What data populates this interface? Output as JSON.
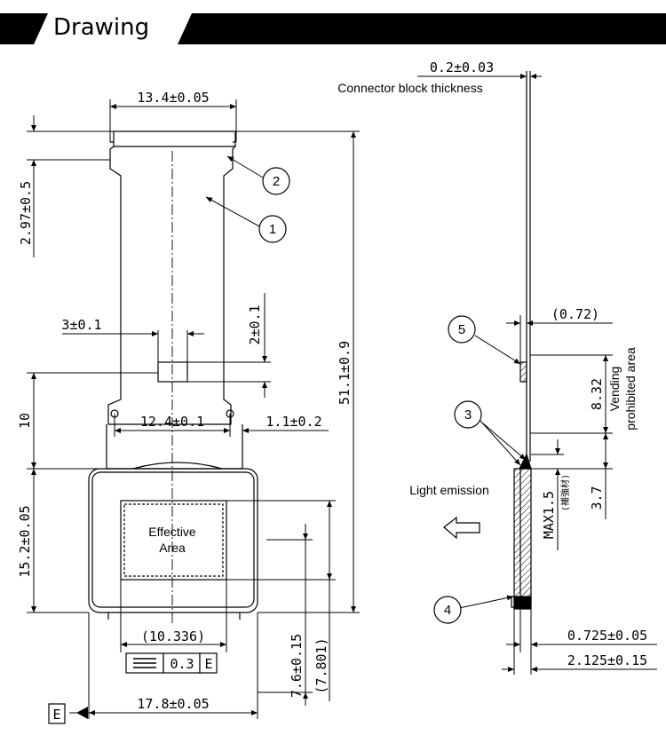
{
  "header": {
    "title": "Drawing"
  },
  "front": {
    "dim_width_top": "13.4±0.05",
    "dim_top_tail": "2.97±0.5",
    "dim_overall_height": "51.1±0.9",
    "dim_small_w": "3±0.1",
    "dim_small_h": "2±0.1",
    "dim_hole_pitch": "12.4±0.1",
    "dim_hole_offset": "1.1±0.2",
    "dim_tail_bottom": "10",
    "dim_panel_h": "15.2±0.05",
    "effective_label_1": "Effective",
    "effective_label_2": "Area",
    "dim_effective_w": "(10.336)",
    "flatness_value": "0.3",
    "flatness_datum": "E",
    "dim_eff_pos": "7.6±0.15",
    "dim_eff_h": "(7.801)",
    "dim_panel_w": "17.8±0.05",
    "datum_label": "E",
    "callout_1": "1",
    "callout_2": "2"
  },
  "side": {
    "dim_connector_thickness": "0.2±0.03",
    "connector_label": "Connector block thickness",
    "dim_bend": "(0.72)",
    "dim_vend": "8.32",
    "vending_label_1": "Vending",
    "vending_label_2": "prohibited area",
    "dim_37": "3.7",
    "dim_max": "MAX1.5",
    "dim_max_note": "(補強材)",
    "light_label": "Light emission",
    "dim_0725": "0.725±0.05",
    "dim_2125": "2.125±0.15",
    "callout_3": "3",
    "callout_4": "4",
    "callout_5": "5"
  }
}
